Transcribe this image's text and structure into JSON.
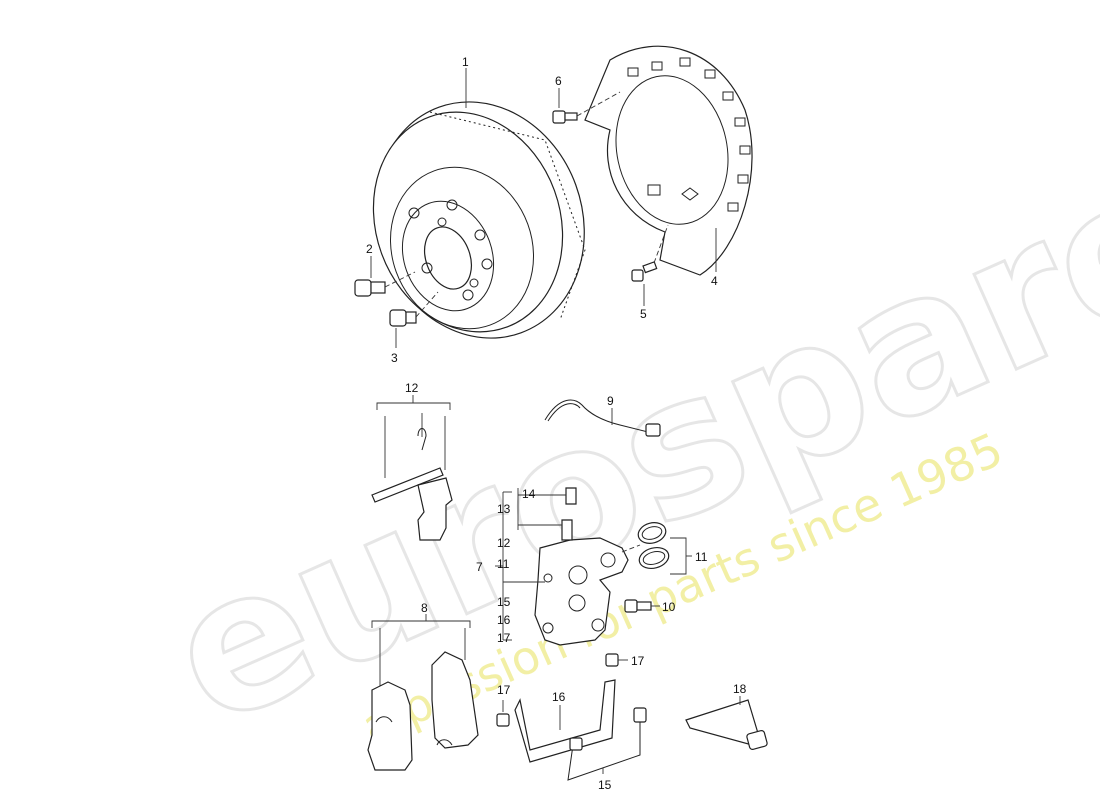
{
  "watermark": {
    "brand": "eurospares",
    "tagline": "a passion for parts since 1985"
  },
  "callouts": {
    "c1": "1",
    "c2": "2",
    "c3": "3",
    "c4": "4",
    "c5": "5",
    "c6": "6",
    "c7": "7",
    "c8": "8",
    "c9": "9",
    "c10": "10",
    "c11a": "11",
    "c11b": "11",
    "c12a": "12",
    "c12b": "12",
    "c13": "13",
    "c14": "14",
    "c15a": "15",
    "c15b": "15",
    "c16a": "16",
    "c16b": "16",
    "c17a": "17",
    "c17b": "17",
    "c17c": "17",
    "c18": "18"
  },
  "colors": {
    "line": "#222222",
    "watermark": "#e6e6e6",
    "tagline": "#f1ee9c"
  }
}
